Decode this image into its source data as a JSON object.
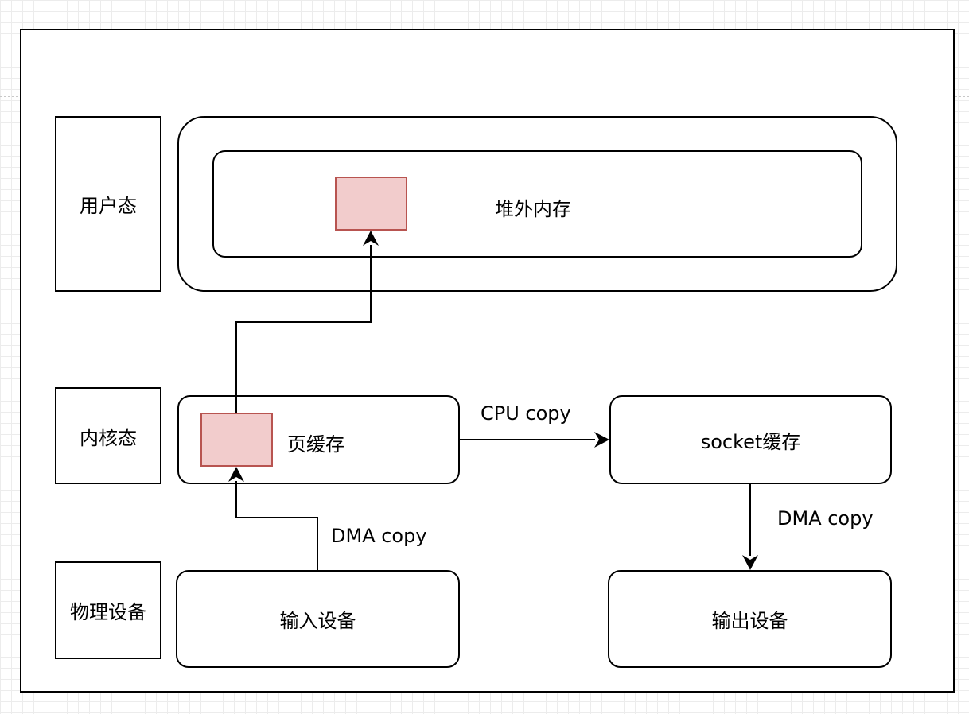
{
  "layers": {
    "user": "用户态",
    "kernel": "内核态",
    "device": "物理设备"
  },
  "boxes": {
    "offheap": "堆外内存",
    "page_cache": "页缓存",
    "socket_cache": "socket缓存",
    "input_device": "输入设备",
    "output_device": "输出设备"
  },
  "edges": {
    "cpu_copy": "CPU copy",
    "dma_copy_in": "DMA copy",
    "dma_copy_out": "DMA copy"
  },
  "colors": {
    "buffer_fill": "#f2cccc",
    "buffer_stroke": "#b85450",
    "line": "#000000"
  }
}
